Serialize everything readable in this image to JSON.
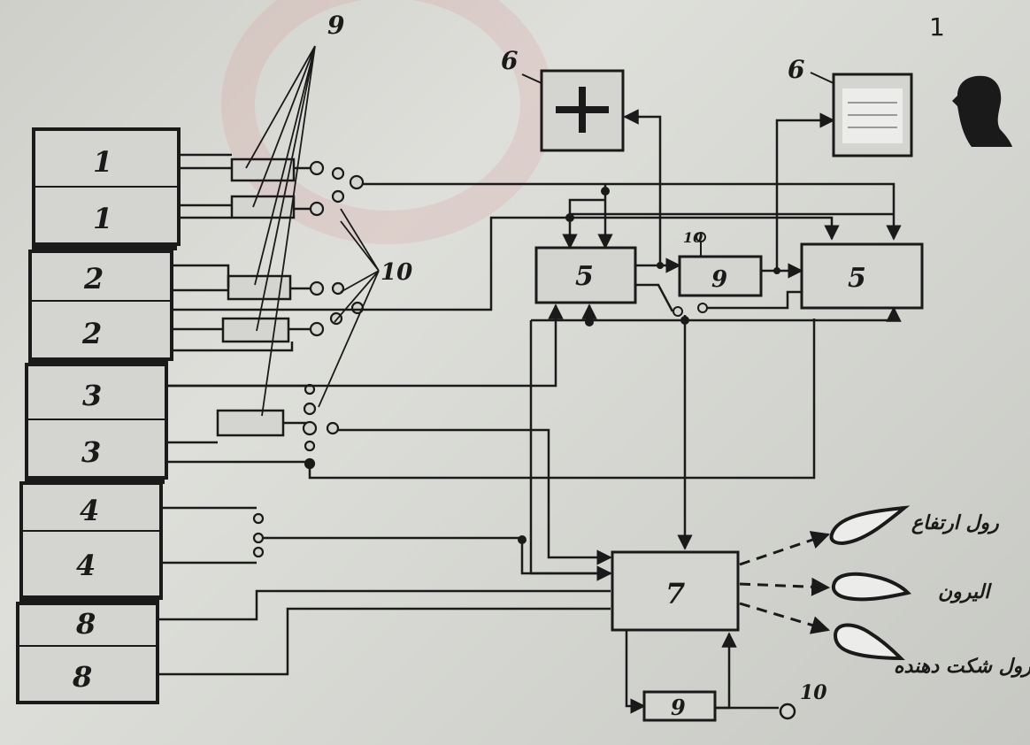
{
  "page_number": "1",
  "colors": {
    "paper": "#d9d9d4",
    "ink": "#1a1a1a"
  },
  "sensor_blocks": [
    "1",
    "1",
    "2",
    "2",
    "3",
    "3",
    "4",
    "4",
    "8",
    "8"
  ],
  "labels": {
    "l9_top": "9",
    "l10_mid": "10",
    "l6_left": "6",
    "l6_right": "6",
    "l10_small": "10",
    "l10_bottom": "10"
  },
  "blocks": {
    "computer_left": "5",
    "computer_right": "5",
    "relay_mid": "9",
    "servo_main": "7",
    "relay_bottom": "9"
  },
  "surfaces": {
    "elevator": "رول ارتفاع",
    "aileron": "الیرون",
    "rudder": "رول شکت دهنده"
  },
  "icons": {
    "horizon_indicator": "plus-indicator-icon",
    "panel_indicator": "lined-panel-icon",
    "pilot": "pilot-silhouette-icon"
  }
}
